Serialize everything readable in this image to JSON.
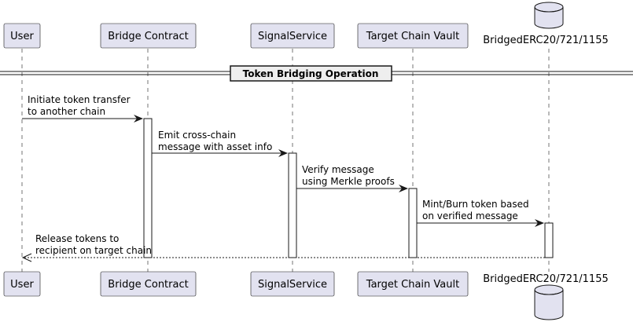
{
  "diagram": {
    "colors": {
      "participant_fill": "#e2e2f0",
      "participant_border": "#181818",
      "lifeline": "#181818",
      "activation_fill": "#ffffff"
    },
    "participants": [
      {
        "id": "user",
        "label": "User",
        "shape": "box"
      },
      {
        "id": "bridge",
        "label": "Bridge Contract",
        "shape": "box"
      },
      {
        "id": "signal",
        "label": "SignalService",
        "shape": "box"
      },
      {
        "id": "vault",
        "label": "Target Chain Vault",
        "shape": "box"
      },
      {
        "id": "erc",
        "label": "BridgedERC20/721/1155",
        "shape": "database"
      }
    ],
    "divider": {
      "label": "Token Bridging Operation"
    },
    "messages": [
      {
        "from": "user",
        "to": "bridge",
        "line1": "Initiate token transfer",
        "line2": "to another chain",
        "style": "solid"
      },
      {
        "from": "bridge",
        "to": "signal",
        "line1": "Emit cross-chain",
        "line2": "message with asset info",
        "style": "solid"
      },
      {
        "from": "signal",
        "to": "vault",
        "line1": "Verify message",
        "line2": "using Merkle proofs",
        "style": "solid"
      },
      {
        "from": "vault",
        "to": "erc",
        "line1": "Mint/Burn token based",
        "line2": "on verified message",
        "style": "solid"
      },
      {
        "from": "erc",
        "to": "user",
        "line1": "Release tokens to",
        "line2": "recipient on target chain",
        "style": "dashed"
      }
    ]
  }
}
